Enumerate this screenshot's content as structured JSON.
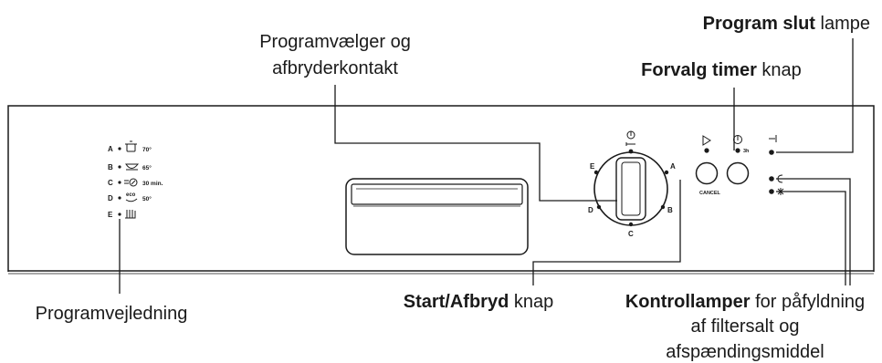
{
  "callouts": {
    "program_selector": [
      "Programvælger og",
      "afbryderkontakt"
    ],
    "timer_bold": "Forvalg timer",
    "timer_rest": " knap",
    "end_lamp_bold": "Program slut",
    "end_lamp_rest": " lampe",
    "program_guide": "Programvejledning",
    "start_bold": "Start/Afbryd",
    "start_rest": " knap",
    "control_bold": "Kontrollamper",
    "control_rest": " for påfyldning",
    "control_line2": "af filtersalt og",
    "control_line3": "afspændingsmiddel"
  },
  "program_guide": [
    {
      "letter": "A",
      "icon": "pot-icon",
      "value": "70°"
    },
    {
      "letter": "B",
      "icon": "bowl-icon",
      "value": "65°"
    },
    {
      "letter": "C",
      "icon": "quick-wash-icon",
      "value": "30 min."
    },
    {
      "letter": "D",
      "icon": "eco-icon",
      "icon_text": "eco",
      "value": "50°"
    },
    {
      "letter": "E",
      "icon": "rinse-icon",
      "value": ""
    }
  ],
  "dial": {
    "positions": [
      "A",
      "B",
      "C",
      "D",
      "E"
    ],
    "off_symbol": "power-icon"
  },
  "buttons": {
    "start_symbol": "play-icon",
    "start_label": "CANCEL",
    "timer_symbol": "timer-icon",
    "timer_label": "3h"
  },
  "lamps": [
    {
      "name": "end-lamp",
      "icon": "end-icon"
    },
    {
      "name": "salt-lamp",
      "icon": "salt-icon"
    },
    {
      "name": "rinse-aid-lamp",
      "icon": "rinse-aid-icon"
    }
  ]
}
